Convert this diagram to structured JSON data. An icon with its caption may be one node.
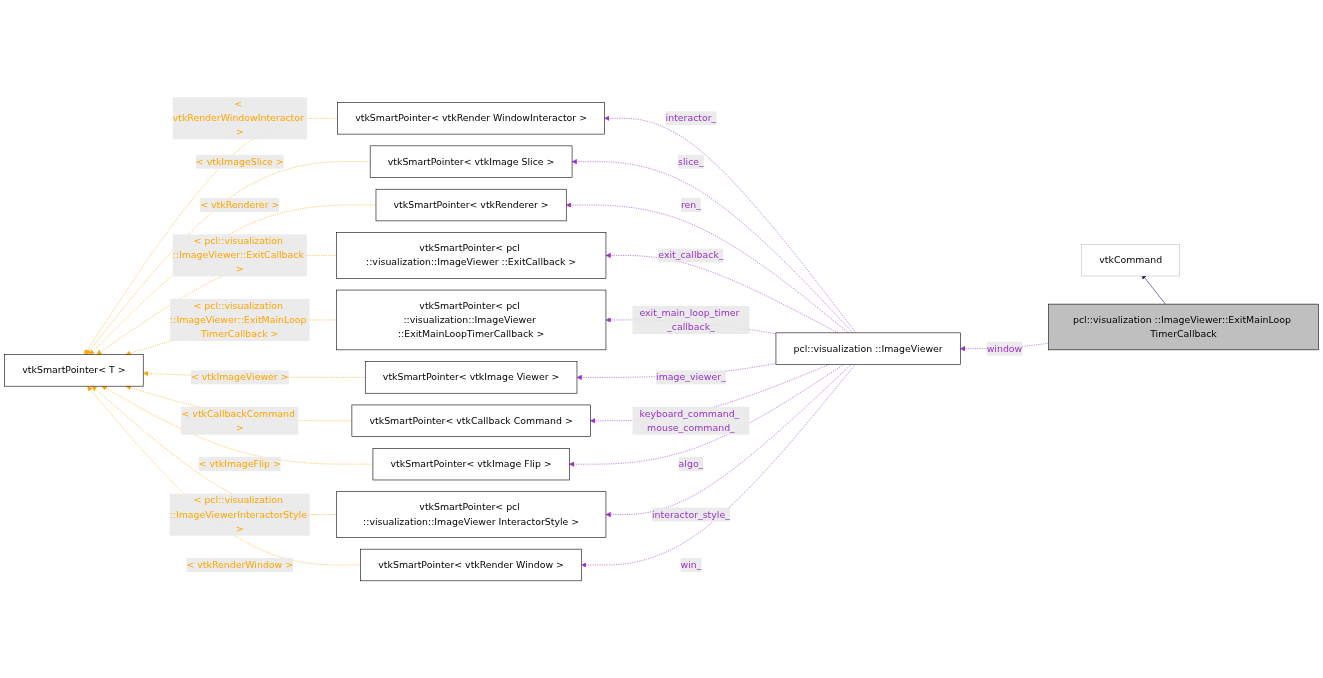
{
  "diagram": {
    "nodes": [
      {
        "text": [
          "vtkSmartPointer< T >"
        ]
      },
      {
        "text": [
          "vtkSmartPointer< vtkRender WindowInteractor >"
        ]
      },
      {
        "text": [
          "vtkSmartPointer< vtkImage Slice >"
        ]
      },
      {
        "text": [
          "vtkSmartPointer< vtkRenderer >"
        ]
      },
      {
        "text": [
          "vtkSmartPointer< pcl ::visualization::ImageViewer ::ExitCallback >"
        ]
      },
      {
        "text": [
          "vtkSmartPointer< pcl ::visualization::ImageViewer ::ExitMainLoopTimerCallback >"
        ]
      },
      {
        "text": [
          "vtkSmartPointer< vtkImage Viewer >"
        ]
      },
      {
        "text": [
          "vtkSmartPointer< vtkCallback Command >"
        ]
      },
      {
        "text": [
          "vtkSmartPointer< vtkImage Flip >"
        ]
      },
      {
        "text": [
          "vtkSmartPointer< pcl ::visualization::ImageViewer InteractorStyle >"
        ]
      },
      {
        "text": [
          "vtkSmartPointer< vtkRender Window >"
        ]
      },
      {
        "text": [
          "vtkCommand"
        ]
      },
      {
        "text": [
          "pcl::visualization ::ImageViewer"
        ]
      },
      {
        "text": [
          "pcl::visualization ::ImageViewer::ExitMainLoop TimerCallback"
        ]
      }
    ],
    "edges": [
      {
        "from": 1,
        "to": 0,
        "arrow": "to",
        "label": "< vtkRenderWindowInteractor >",
        "style": "dashed",
        "color": "#ffa500"
      },
      {
        "from": 2,
        "to": 0,
        "arrow": "to",
        "label": "< vtkImageSlice >",
        "style": "dashed",
        "color": "#ffa500"
      },
      {
        "from": 3,
        "to": 0,
        "arrow": "to",
        "label": "< vtkRenderer >",
        "style": "dashed",
        "color": "#ffa500"
      },
      {
        "from": 4,
        "to": 0,
        "arrow": "to",
        "label": "< pcl::visualization ::ImageViewer::ExitCallback >",
        "style": "dashed",
        "color": "#ffa500"
      },
      {
        "from": 5,
        "to": 0,
        "arrow": "to",
        "label": "< pcl::visualization ::ImageViewer::ExitMainLoop TimerCallback >",
        "style": "dashed",
        "color": "#ffa500"
      },
      {
        "from": 6,
        "to": 0,
        "arrow": "to",
        "label": "< vtkImageViewer >",
        "style": "dashed",
        "color": "#ffa500"
      },
      {
        "from": 7,
        "to": 0,
        "arrow": "to",
        "label": "< vtkCallbackCommand >",
        "style": "dashed",
        "color": "#ffa500"
      },
      {
        "from": 8,
        "to": 0,
        "arrow": "to",
        "label": "< vtkImageFlip >",
        "style": "dashed",
        "color": "#ffa500"
      },
      {
        "from": 9,
        "to": 0,
        "arrow": "to",
        "label": "< pcl::visualization ::ImageViewerInteractorStyle >",
        "style": "dashed",
        "color": "#ffa500"
      },
      {
        "from": 10,
        "to": 0,
        "arrow": "to",
        "label": "< vtkRenderWindow >",
        "style": "dashed",
        "color": "#ffa500"
      },
      {
        "from": 12,
        "to": 1,
        "arrow": "to",
        "label": "interactor_",
        "style": "dashed"
      },
      {
        "from": 12,
        "to": 2,
        "arrow": "to",
        "label": "slice_",
        "style": "dashed"
      },
      {
        "from": 12,
        "to": 3,
        "arrow": "to",
        "label": "ren_",
        "style": "dashed"
      },
      {
        "from": 12,
        "to": 4,
        "arrow": "to",
        "label": "exit_callback_",
        "style": "dashed"
      },
      {
        "from": 12,
        "to": 5,
        "arrow": "to",
        "label": "exit_main_loop_timer _callback_",
        "style": "dashed"
      },
      {
        "from": 12,
        "to": 6,
        "arrow": "to",
        "label": "image_viewer_",
        "style": "dashed"
      },
      {
        "from": 12,
        "to": 7,
        "arrow": "to",
        "label": "keyboard_command_ mouse_command_",
        "style": "dashed"
      },
      {
        "from": 12,
        "to": 8,
        "arrow": "to",
        "label": "algo_",
        "style": "dashed"
      },
      {
        "from": 12,
        "to": 9,
        "arrow": "to",
        "label": "interactor_style_",
        "style": "dashed"
      },
      {
        "from": 12,
        "to": 10,
        "arrow": "to",
        "label": "win_",
        "style": "dashed"
      },
      {
        "from": 13,
        "to": 11,
        "arrow": "to",
        "color": "#191970"
      },
      {
        "from": 13,
        "to": 12,
        "arrow": "to",
        "label": "window",
        "style": "dashed"
      }
    ]
  }
}
